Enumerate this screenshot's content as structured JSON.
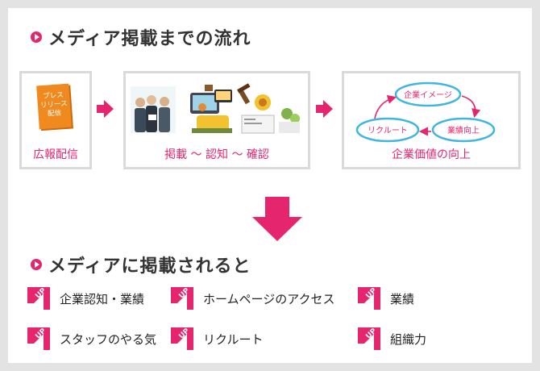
{
  "heading1": "メディア掲載までの流れ",
  "step1": {
    "badge_lines": [
      "プレス",
      "リリース",
      "配信"
    ],
    "caption": "広報配信"
  },
  "step2": {
    "caption": "掲載 ～ 認知 ～ 確認"
  },
  "step3": {
    "caption": "企業価値の向上",
    "cycle": [
      "企業イメージ",
      "業績向上",
      "リクルート"
    ]
  },
  "heading2": "メディアに掲載されると",
  "up_badge": "UP",
  "effects": [
    "企業認知・業績",
    "ホームページのアクセス",
    "業績",
    "スタッフのやる気",
    "リクルート",
    "組織力"
  ],
  "colors": {
    "accent": "#e5266f",
    "cycle_stroke": "#3fb5e0",
    "press_orange": "#f08a1f",
    "box_border": "#dadada"
  },
  "icons": [
    "play-bullet-icon",
    "press-release-icon",
    "business-people-illustration",
    "media-devices-illustration",
    "approval-stamp-illustration",
    "arrow-right-icon",
    "arrow-down-icon",
    "up-badge-icon"
  ]
}
